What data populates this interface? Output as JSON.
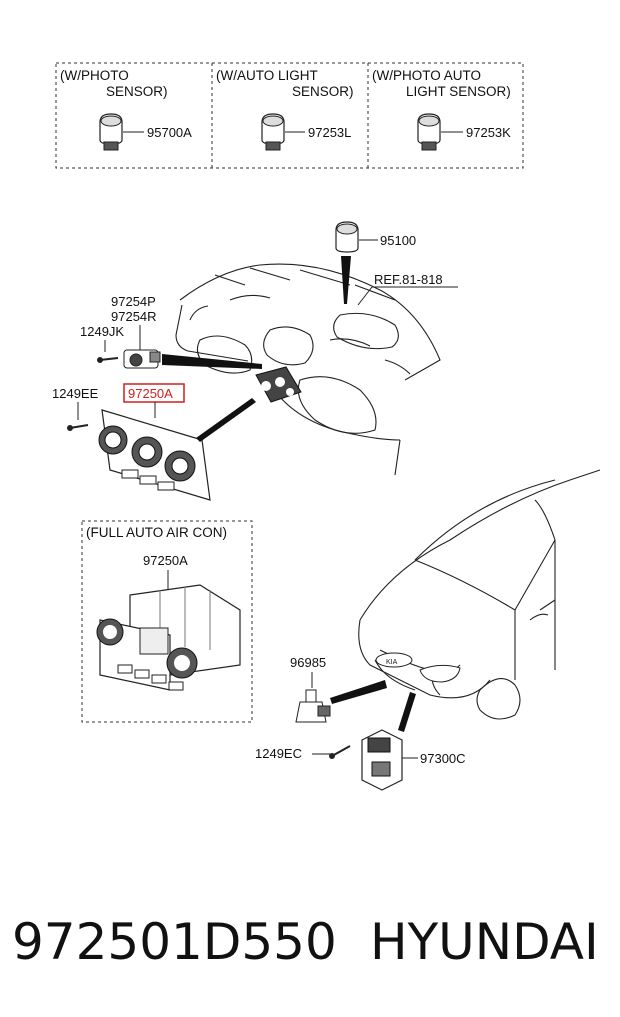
{
  "option_box": {
    "col1_line1": "(W/PHOTO",
    "col1_line2": "SENSOR)",
    "col1_part": "95700A",
    "col2_line1": "(W/AUTO LIGHT",
    "col2_line2": "SENSOR)",
    "col2_part": "97253L",
    "col3_line1": "(W/PHOTO  AUTO",
    "col3_line2": "LIGHT SENSOR)",
    "col3_part": "97253K"
  },
  "labels": {
    "p95100": "95100",
    "ref": "REF.81-818",
    "p97254p": "97254P",
    "p97254r": "97254R",
    "p1249jk": "1249JK",
    "p1249ee": "1249EE",
    "p97250a": "97250A",
    "p96985": "96985",
    "p1249ec": "1249EC",
    "p97300c": "97300C"
  },
  "full_auto_box": {
    "title": "(FULL AUTO AIR CON)",
    "part": "97250A"
  },
  "footer": {
    "part_number": "972501D550",
    "brand": "HYUNDAI"
  },
  "colors": {
    "highlight": "#d02020",
    "line": "#111111"
  }
}
